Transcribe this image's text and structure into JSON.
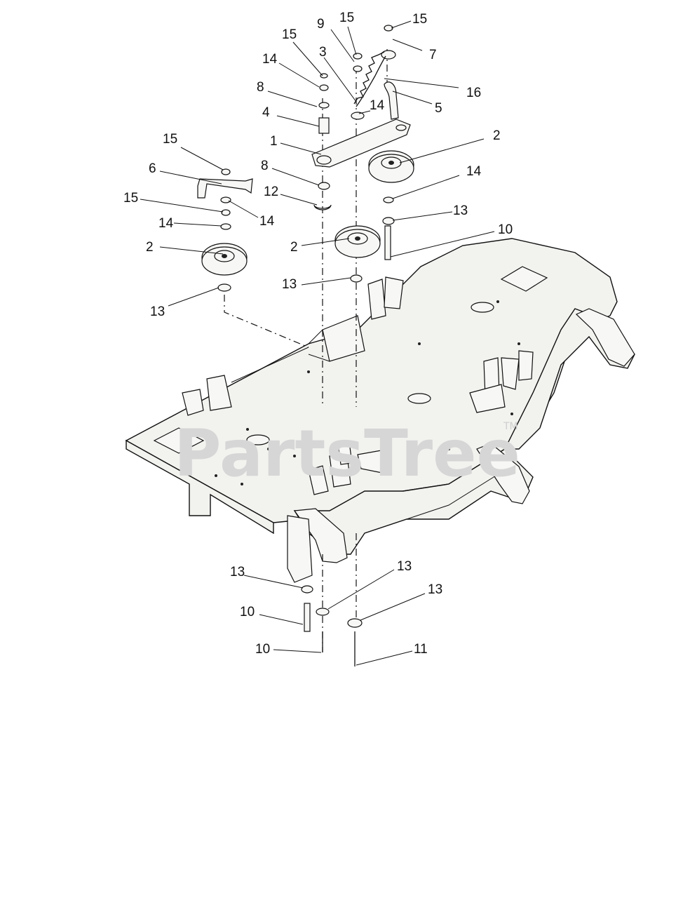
{
  "watermark": {
    "brand": "PartsTree",
    "trademark": "TM"
  },
  "callouts": [
    {
      "id": "c1",
      "label": "15"
    },
    {
      "id": "c2",
      "label": "15"
    },
    {
      "id": "c3",
      "label": "9"
    },
    {
      "id": "c4",
      "label": "15"
    },
    {
      "id": "c5",
      "label": "7"
    },
    {
      "id": "c6",
      "label": "14"
    },
    {
      "id": "c7",
      "label": "3"
    },
    {
      "id": "c8",
      "label": "16"
    },
    {
      "id": "c9",
      "label": "8"
    },
    {
      "id": "c10",
      "label": "14"
    },
    {
      "id": "c11",
      "label": "5"
    },
    {
      "id": "c12",
      "label": "4"
    },
    {
      "id": "c13",
      "label": "1"
    },
    {
      "id": "c14",
      "label": "2"
    },
    {
      "id": "c15",
      "label": "15"
    },
    {
      "id": "c16",
      "label": "6"
    },
    {
      "id": "c17",
      "label": "8"
    },
    {
      "id": "c18",
      "label": "14"
    },
    {
      "id": "c19",
      "label": "12"
    },
    {
      "id": "c20",
      "label": "15"
    },
    {
      "id": "c21",
      "label": "14"
    },
    {
      "id": "c22",
      "label": "13"
    },
    {
      "id": "c23",
      "label": "14"
    },
    {
      "id": "c24",
      "label": "10"
    },
    {
      "id": "c25",
      "label": "2"
    },
    {
      "id": "c26",
      "label": "2"
    },
    {
      "id": "c27",
      "label": "13"
    },
    {
      "id": "c28",
      "label": "13"
    },
    {
      "id": "c29",
      "label": "13"
    },
    {
      "id": "c30",
      "label": "13"
    },
    {
      "id": "c31",
      "label": "13"
    },
    {
      "id": "c32",
      "label": "10"
    },
    {
      "id": "c33",
      "label": "10"
    },
    {
      "id": "c34",
      "label": "11"
    }
  ]
}
